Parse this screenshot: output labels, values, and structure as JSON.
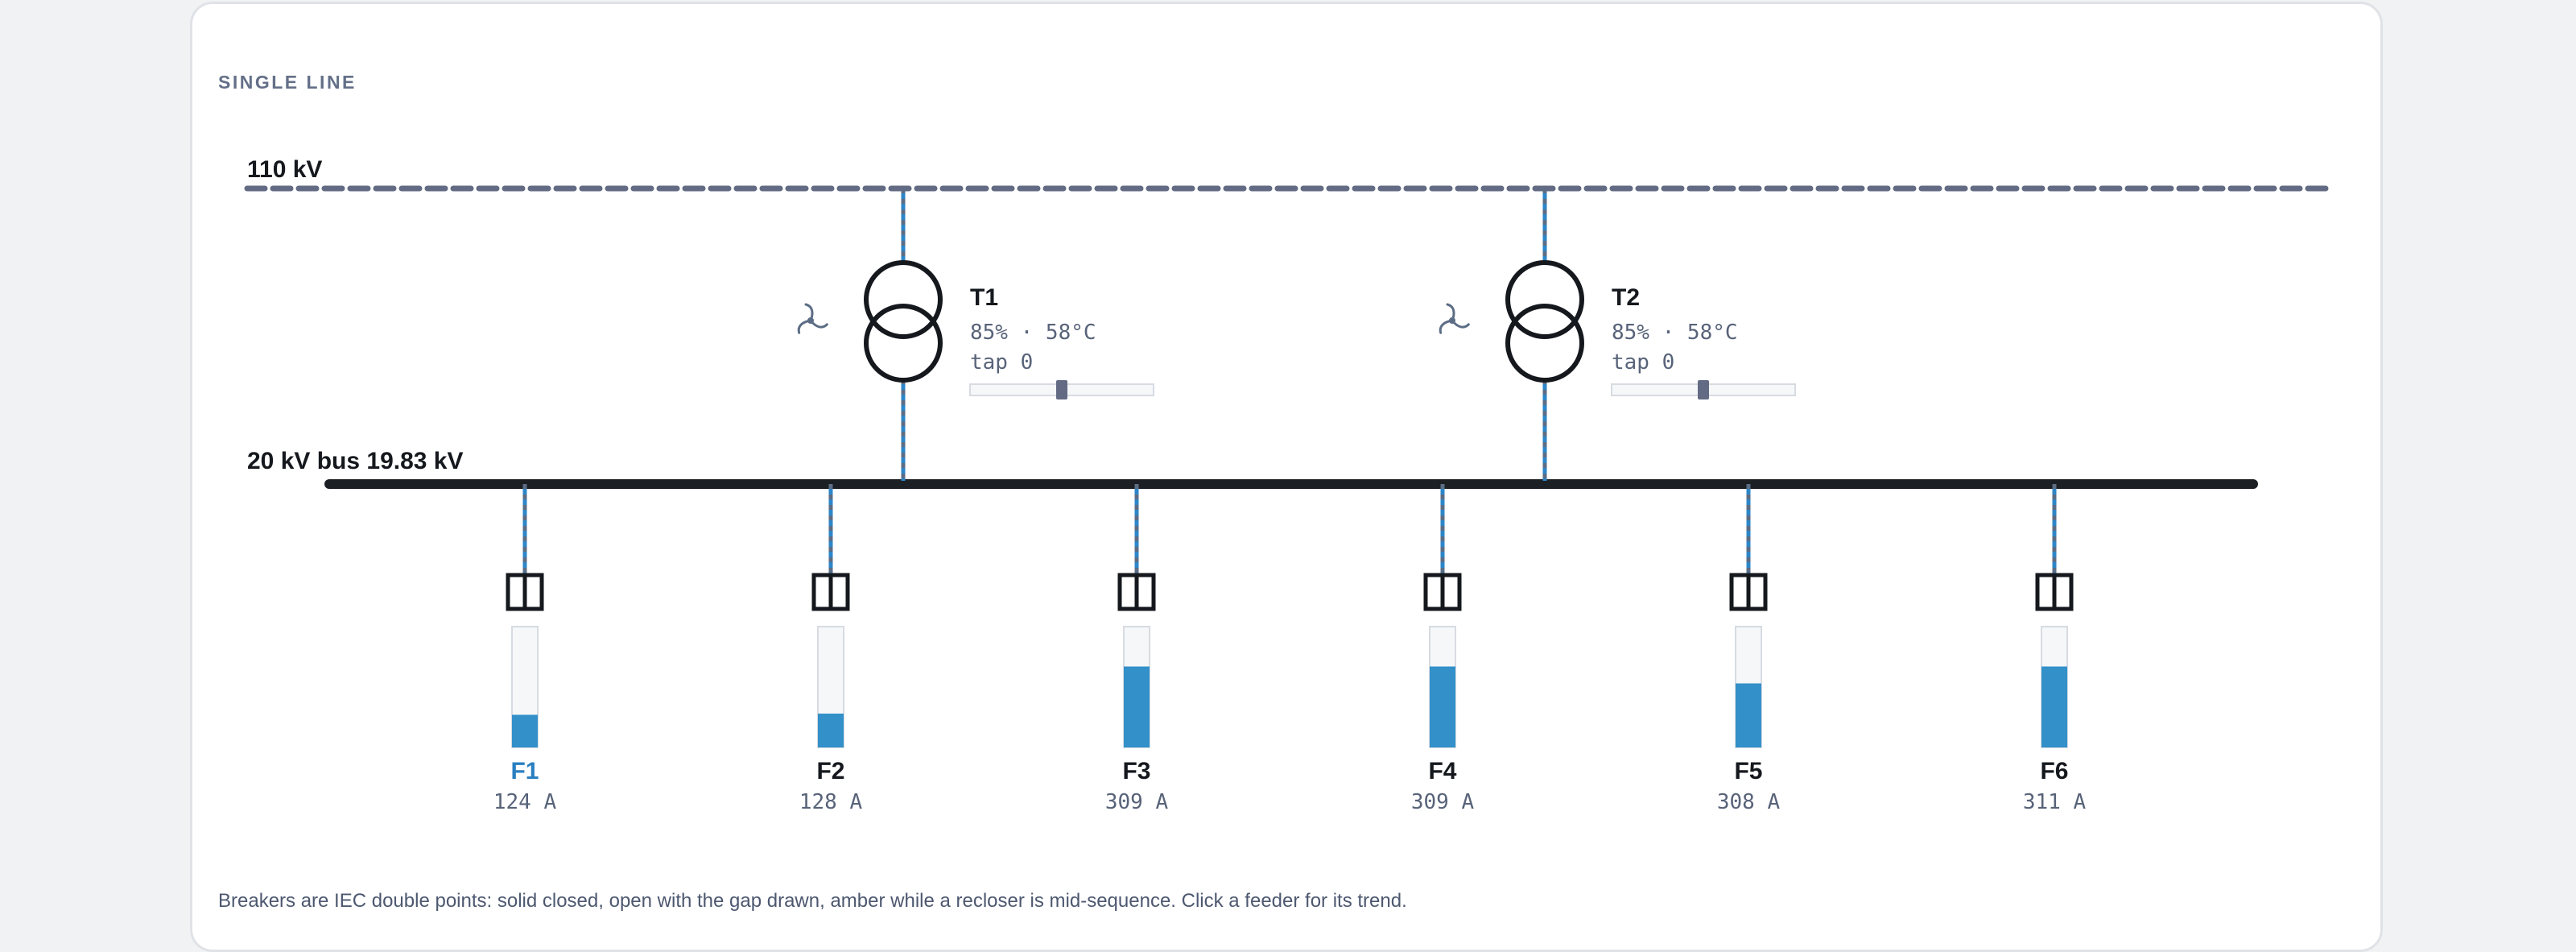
{
  "panel": {
    "title": "SINGLE LINE",
    "footnote": "Breakers are IEC double points: solid closed, open with the gap drawn, amber while a recloser is mid-sequence. Click a feeder for its trend."
  },
  "hv_bus": {
    "label": "110 kV"
  },
  "mv_bus": {
    "label": "20 kV bus 19.83 kV"
  },
  "transformers": [
    {
      "name": "T1",
      "status": "85% · 58°C",
      "tap": "tap 0",
      "tap_position": 0,
      "tap_range": [
        -8,
        8
      ],
      "fan_icon": "fan-icon"
    },
    {
      "name": "T2",
      "status": "85% · 58°C",
      "tap": "tap 0",
      "tap_position": 0,
      "tap_range": [
        -8,
        8
      ],
      "fan_icon": "fan-icon"
    }
  ],
  "feeders": [
    {
      "name": "F1",
      "current": "124 A",
      "load_fraction": 0.27,
      "selected": true
    },
    {
      "name": "F2",
      "current": "128 A",
      "load_fraction": 0.28,
      "selected": false
    },
    {
      "name": "F3",
      "current": "309 A",
      "load_fraction": 0.67,
      "selected": false
    },
    {
      "name": "F4",
      "current": "309 A",
      "load_fraction": 0.67,
      "selected": false
    },
    {
      "name": "F5",
      "current": "308 A",
      "load_fraction": 0.53,
      "selected": false
    },
    {
      "name": "F6",
      "current": "311 A",
      "load_fraction": 0.67,
      "selected": false
    }
  ],
  "colors": {
    "hv_bus": "#626b83",
    "mv_bus": "#1c1f23",
    "flow": "#2d86c7",
    "flow_dash": "#5c6d85",
    "meter_fill": "#3390c9",
    "meter_bg": "#f6f7f9",
    "meter_border": "#d7dbe2",
    "symbol": "#15181d",
    "selected": "#2a7fc0"
  }
}
